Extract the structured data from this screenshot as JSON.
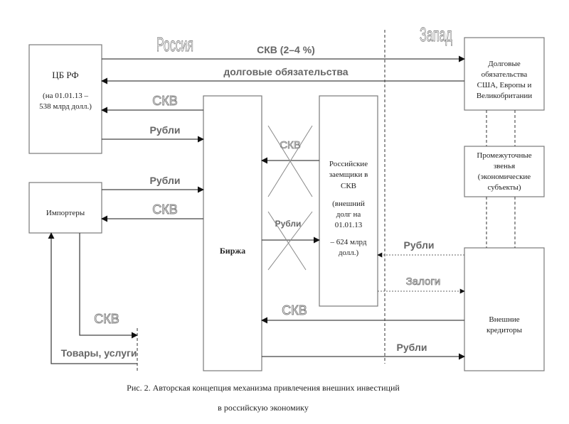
{
  "regions": {
    "left": "Россия",
    "right": "Запад"
  },
  "boxes": {
    "cb": {
      "title": "ЦБ РФ",
      "line1": "(на 01.01.13 –",
      "line2": "538 млрд долл.)"
    },
    "importers": {
      "title": "Импортеры"
    },
    "exchange": {
      "title": "Биржа"
    },
    "borrowers": {
      "lines": [
        "Российские",
        "заемщики в",
        "СКВ",
        "(внешний",
        "долг на",
        "01.01.13",
        "– 624 млрд",
        "долл.)"
      ]
    },
    "west_debt": {
      "lines": [
        "Долговые",
        "обязательства",
        "США, Европы и",
        "Великобритании"
      ]
    },
    "intermediate": {
      "lines": [
        "Промежуточные",
        "звенья",
        "(экономические",
        "субъекты)"
      ]
    },
    "creditors": {
      "lines": [
        "Внешние",
        "кредиторы"
      ]
    }
  },
  "flows": {
    "skv_to_west": "СКВ (2–4 %)",
    "debt_obligations": "долговые обязательства",
    "skv_exchange_to_cb": "СКВ",
    "rubles_cb_to_exchange": "Рубли",
    "rubles_importers_to_exchange": "Рубли",
    "skv_exchange_to_importers": "СКВ",
    "skv_borrowers_crossed": "СКВ",
    "rubles_exchange_crossed": "Рубли",
    "rubles_creditors_to_borrowers": "Рубли",
    "collateral": "Залоги",
    "skv_creditors_to_exchange": "СКВ",
    "rubles_exchange_to_creditors": "Рубли",
    "skv_importers_out": "СКВ",
    "goods_services": "Товары, услуги"
  },
  "caption": {
    "line1": "Рис. 2. Авторская концепция механизма привлечения внешних инвестиций",
    "line2": "в российскую экономику"
  }
}
